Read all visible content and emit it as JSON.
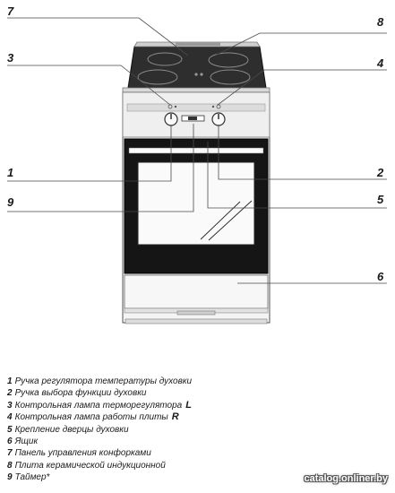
{
  "callouts": {
    "c1": "1",
    "c2": "2",
    "c3": "3",
    "c4": "4",
    "c5": "5",
    "c6": "6",
    "c7": "7",
    "c8": "8",
    "c9": "9"
  },
  "legend": [
    {
      "num": "1",
      "text": "Ручка регулятора температуры духовки",
      "code": ""
    },
    {
      "num": "2",
      "text": "Ручка выбора функции духовки",
      "code": ""
    },
    {
      "num": "3",
      "text": "Контрольная лампа терморегулятора",
      "code": "L"
    },
    {
      "num": "4",
      "text": "Контрольная лампа работы плиты",
      "code": "R"
    },
    {
      "num": "5",
      "text": "Крепление дверцы духовки",
      "code": ""
    },
    {
      "num": "6",
      "text": "Ящик",
      "code": ""
    },
    {
      "num": "7",
      "text": "Панель управления конфорками",
      "code": ""
    },
    {
      "num": "8",
      "text": "Плита керамической индукционной",
      "code": ""
    },
    {
      "num": "9",
      "text": "Таймер*",
      "code": ""
    }
  ],
  "watermark": "catalog.onliner.by"
}
